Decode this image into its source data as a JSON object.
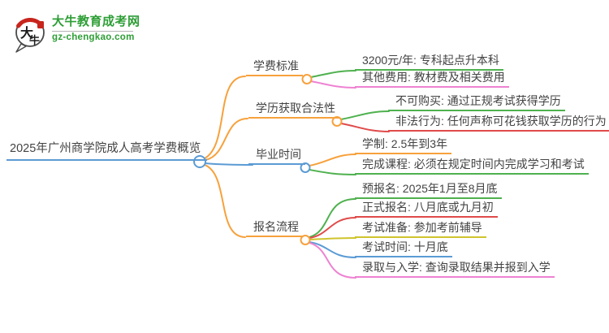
{
  "logo": {
    "icon_text": "大牛",
    "title": "大牛教育成考网",
    "domain": "gz-chengkao.com"
  },
  "colors": {
    "orange": "#F7A13C",
    "green": "#4FB14F",
    "pink": "#EE82D2",
    "red": "#E04B4B",
    "blue": "#5B9BD5",
    "yellow": "#CFC42E",
    "logo_green": "#2E9E36",
    "seal_red": "#C8251D",
    "ink": "#3a3a3a"
  },
  "mindmap": {
    "root": {
      "label": "2025年广州商学院成人高考学费概览",
      "color": "blue"
    },
    "branches": [
      {
        "label": "学费标准",
        "color": "orange",
        "children": [
          {
            "label": "3200元/年: 专科起点升本科",
            "color": "green"
          },
          {
            "label": "其他费用: 教材费及相关费用",
            "color": "pink"
          }
        ]
      },
      {
        "label": "学历获取合法性",
        "color": "orange",
        "children": [
          {
            "label": "不可购买: 通过正规考试获得学历",
            "color": "green"
          },
          {
            "label": "非法行为: 任何声称可花钱获取学历的行为",
            "color": "red"
          }
        ]
      },
      {
        "label": "毕业时间",
        "color": "blue",
        "children": [
          {
            "label": "学制: 2.5年到3年",
            "color": "orange"
          },
          {
            "label": "完成课程: 必须在规定时间内完成学习和考试",
            "color": "green"
          }
        ]
      },
      {
        "label": "报名流程",
        "color": "orange",
        "children": [
          {
            "label": "预报名: 2025年1月至8月底",
            "color": "green"
          },
          {
            "label": "正式报名: 八月底或九月初",
            "color": "red"
          },
          {
            "label": "考试准备: 参加考前辅导",
            "color": "yellow"
          },
          {
            "label": "考试时间: 十月底",
            "color": "blue"
          },
          {
            "label": "录取与入学: 查询录取结果并报到入学",
            "color": "pink"
          }
        ]
      }
    ]
  }
}
